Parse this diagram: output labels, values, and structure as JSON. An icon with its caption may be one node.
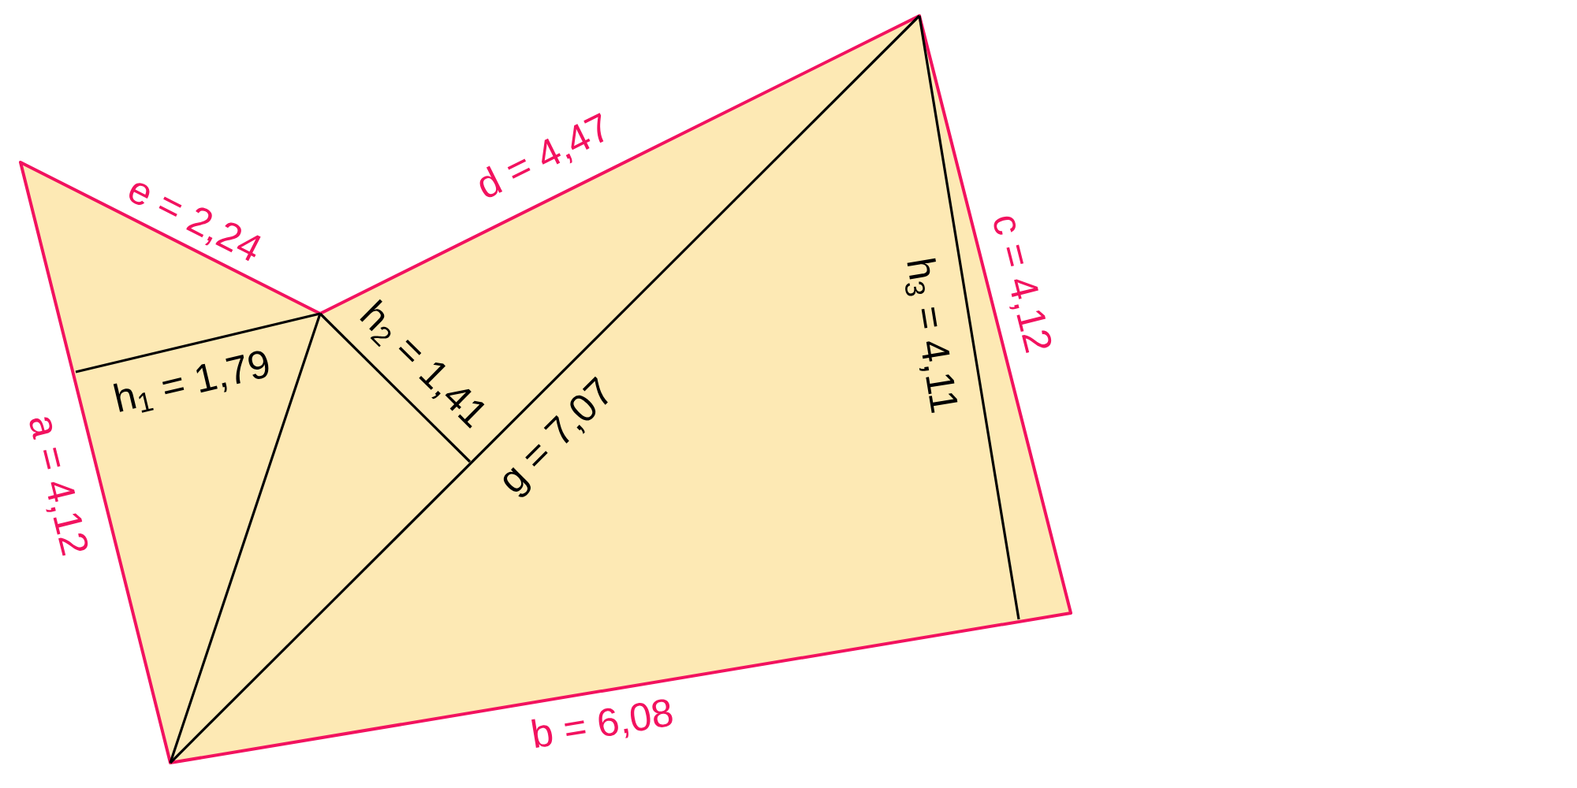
{
  "diagram": {
    "labels": [
      "e = 2,24",
      "d = 4,47",
      "c = 4,12",
      "h$_{2}$ = 1,41",
      "h$_{3}$ = 4,11",
      "h$_{1}$ = 1,79",
      "g = 7,07",
      "a = 4,12",
      "b = 6,08"
    ]
  }
}
